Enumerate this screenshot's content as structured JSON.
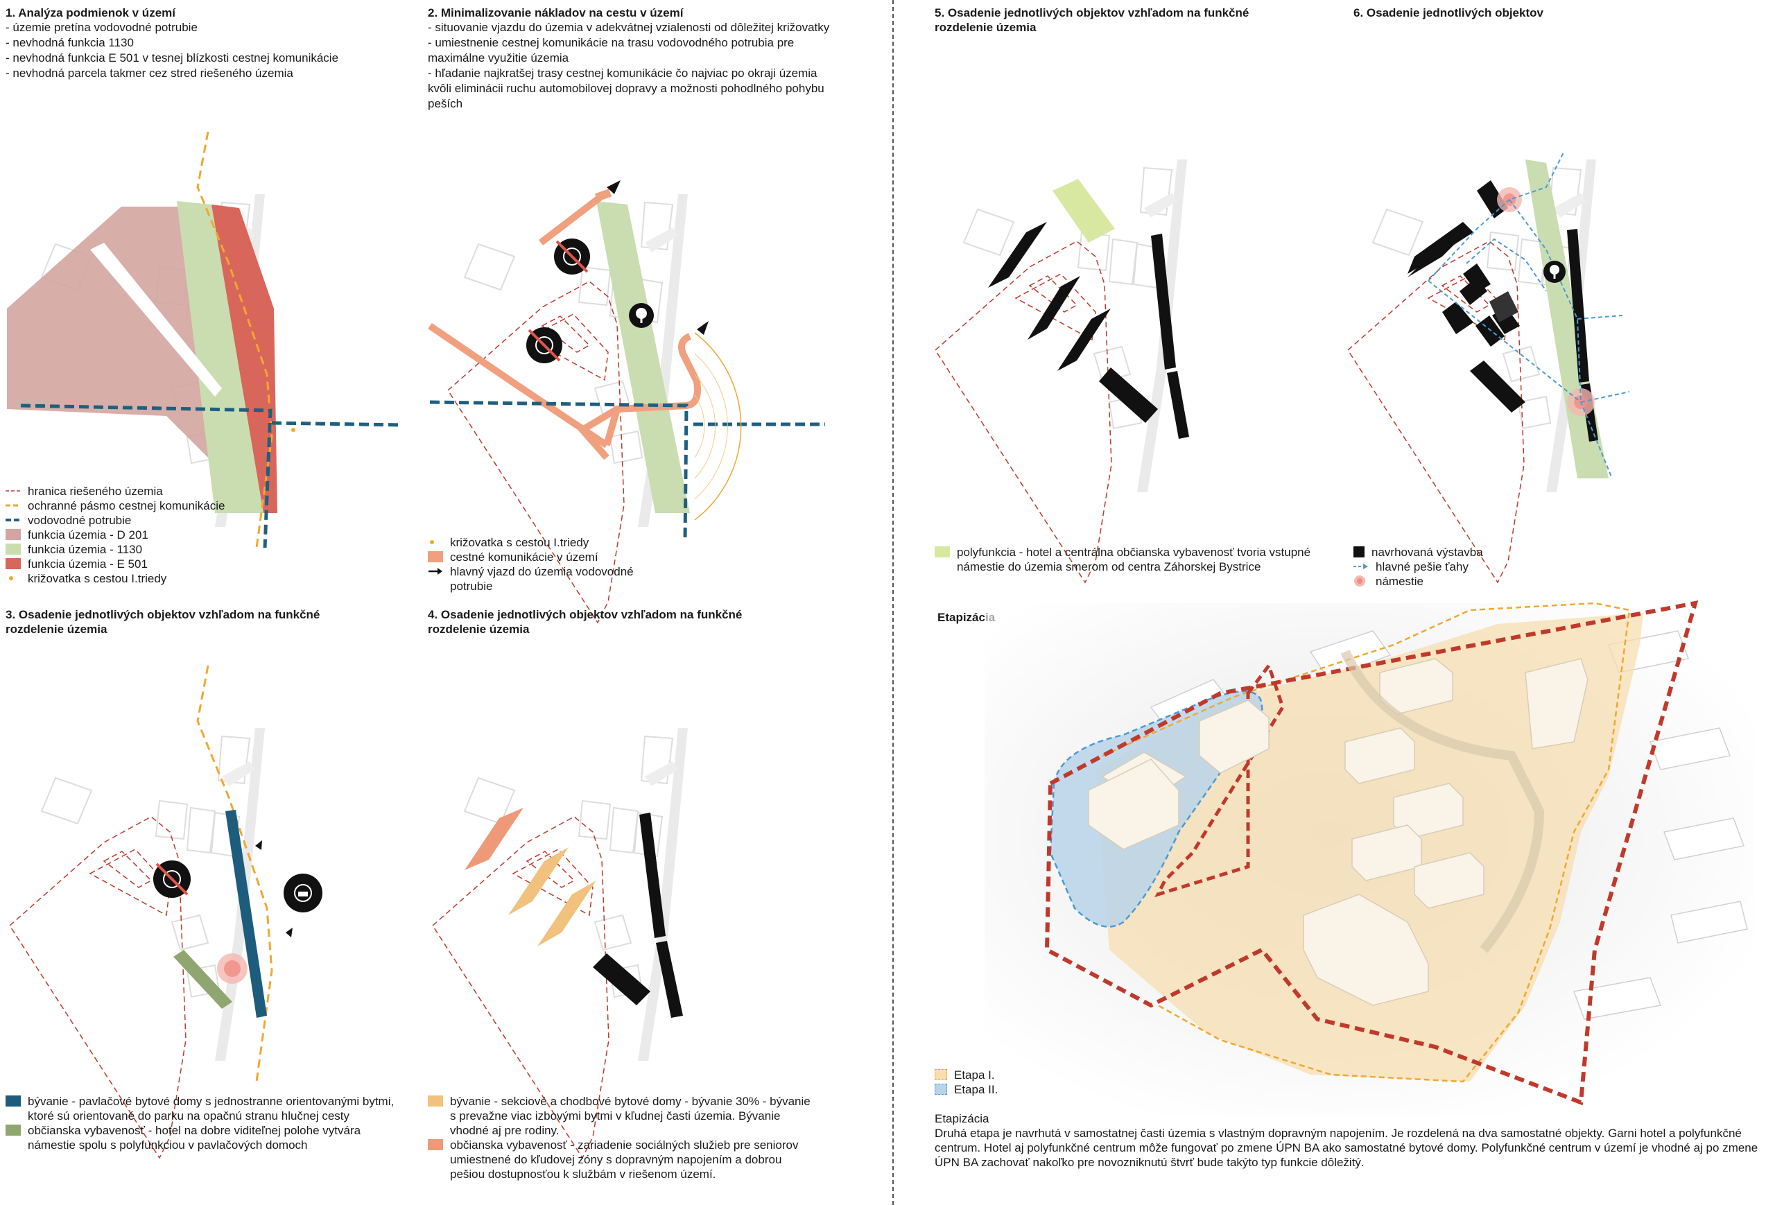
{
  "panels": [
    {
      "title": "1. Analýza podmienok v území",
      "lines": [
        "- územie pretína vodovodné potrubie",
        "- nevhodná funkcia 1130",
        "- nevhodná funkcia E 501 v tesnej blízkosti cestnej komunikácie",
        "- nevhodná parcela takmer cez stred riešeného územia"
      ],
      "legend": [
        "hranica riešeného územia",
        "ochranné pásmo cestnej komunikácie",
        "vodovodné potrubie",
        "funkcia územia - D 201",
        "funkcia územia - 1130",
        "funkcia územia - E 501",
        "križovatka s cestou I.triedy"
      ]
    },
    {
      "title": "2. Minimalizovanie nákladov na cestu v území",
      "lines": [
        "- situovanie vjazdu do územia v adekvátnej vzialenosti od dôležitej križovatky",
        "- umiestnenie cestnej komunikácie na trasu vodovodného potrubia pre maximálne využitie územia",
        "- hľadanie najkratšej trasy cestnej komunikácie čo najviac po okraji územia kvôli eliminácii ruchu automobilovej dopravy a možnosti pohodlného pohybu peších"
      ],
      "legend": [
        "križovatka s cestou I.triedy",
        "cestné komunikácie v území",
        "hlavný vjazd do územia vodovodné potrubie"
      ]
    },
    {
      "title": "3. Osadenie jednotlivých objektov vzhľadom na funkčné rozdelenie územia",
      "legend": [
        "bývanie - pavlačové bytové domy s jednostranne orientovanými bytmi, ktoré sú orientované do parku na opačnú stranu hlučnej cesty",
        "občianska vybavenosť - hotel na dobre viditeľnej polohe vytvára námestie spolu s polyfunkciou v pavlačových domoch"
      ]
    },
    {
      "title": "4. Osadenie jednotlivých objektov vzhľadom na funkčné rozdelenie územia",
      "legend": [
        "bývanie - sekciové a chodbové bytové domy - bývanie 30% - bývanie s prevažne viac izbovými bytmi v kľudnej časti územia. Bývanie vhodné aj pre rodiny.",
        "občianska vybavenosť - zariadenie sociálných služieb pre seniorov umiestnené do kľudovej zóny s dopravným napojením a dobrou pešiou dostupnosťou k službám v riešenom území."
      ]
    },
    {
      "title": "5. Osadenie jednotlivých objektov vzhľadom na funkčné rozdelenie územia",
      "legend": [
        "polyfunkcia - hotel a centrálna občianska vybavenosť tvoria vstupné námestie do územia smerom od centra Záhorskej Bystrice"
      ]
    },
    {
      "title": "6. Osadenie jednotlivých objektov",
      "legend": [
        "navrhovaná výstavba",
        "hlavné pešie ťahy",
        "námestie"
      ]
    }
  ],
  "etapizacia": {
    "title": "Etapizácia",
    "legend": [
      "Etapa I.",
      "Etapa II."
    ],
    "text_title": "Etapizácia",
    "text": "Druhá etapa je navrhutá v samostatnej časti územia s vlastným dopravným napojením. Je rozdelená na dva samostatné objekty. Garni hotel a polyfunkčné centrum. Hotel aj polyfunkčné centrum môže fungovať po zmene ÚPN BA ako samostatné bytové domy. Polyfunkčné centrum v území je vhodné aj po zmene ÚPN BA zachovať nakoľko pre novozniknutú štvrť bude takýto typ funkcie dôležitý."
  },
  "colors": {
    "boundary": "#c0392b",
    "protective": "#f0a830",
    "pipe": "#1f5f7f",
    "d201": "#d4a5a0",
    "f1130": "#c9ddb0",
    "e501": "#d9665a",
    "road": "#f0a07e",
    "galleryHousing": "#1d5c7d",
    "hotel": "#8fa670",
    "sectionHousing": "#f1c27d",
    "seniors": "#ee9a78",
    "polyfunction": "#d9e8a0",
    "built": "#111111",
    "stage1": "#f7ddb0",
    "stage2": "#b8d4ea"
  }
}
